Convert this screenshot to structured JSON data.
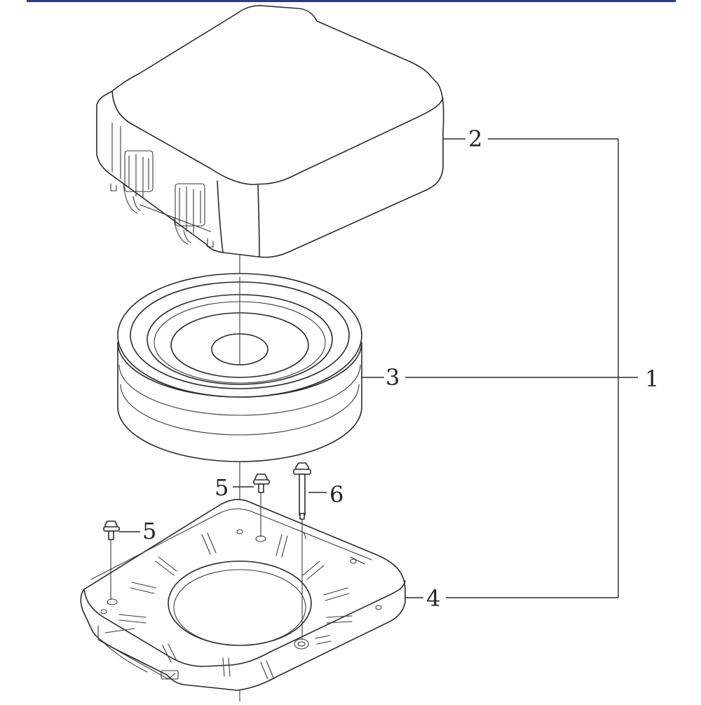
{
  "colors": {
    "top_rule": "#2b3a8c",
    "ink": "#2a2a2a"
  },
  "callouts": {
    "assembly": "1",
    "cover": "2",
    "filter_element": "3",
    "base_plate": "4",
    "screw_a": "5",
    "screw_b": "5",
    "bolt": "6"
  }
}
